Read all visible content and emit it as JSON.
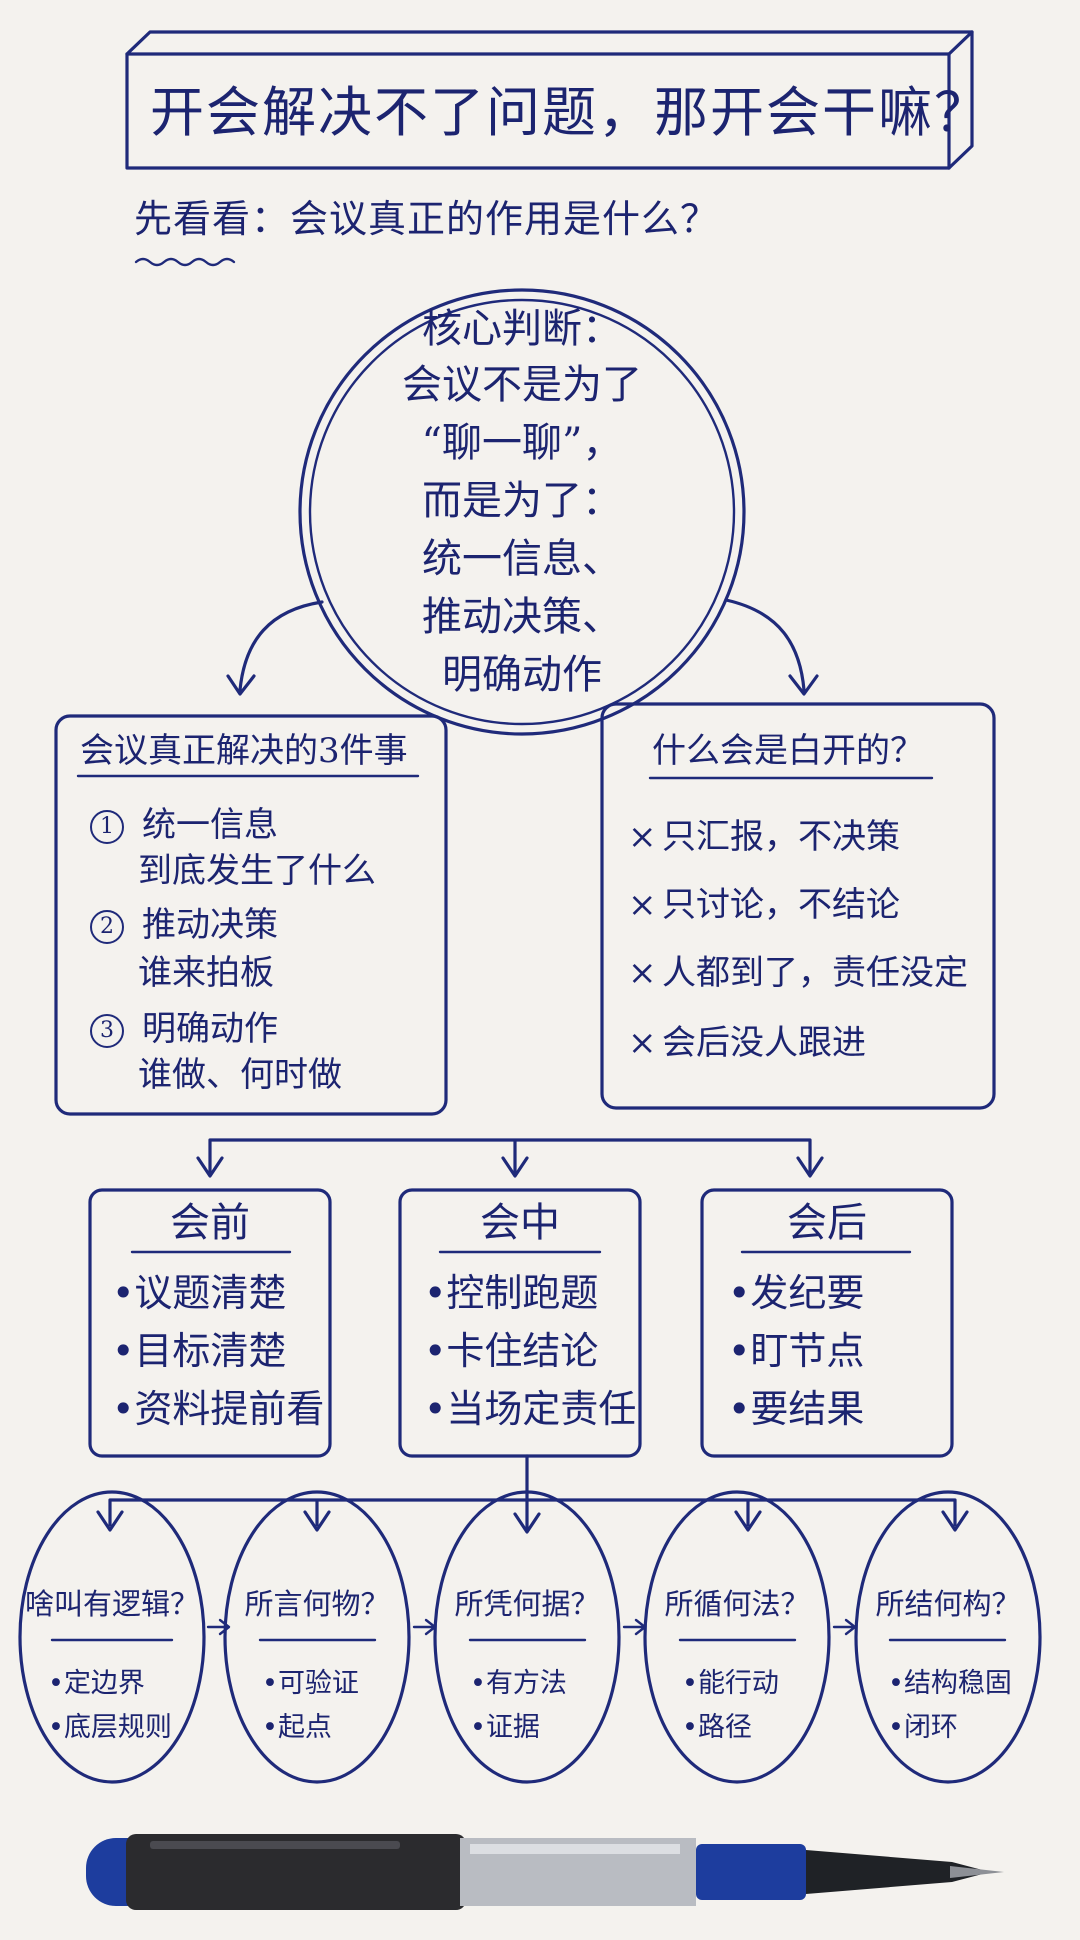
{
  "title": "开会解决不了问题，那开会干嘛？",
  "subtitle": {
    "prefix": "先看看",
    "rest": "：会议真正的作用是什么？"
  },
  "core": {
    "lines": [
      "核心判断：",
      "会议不是为了",
      "“聊一聊”，",
      "而是为了：",
      "统一信息、",
      "推动决策、",
      "明确动作"
    ]
  },
  "left_box": {
    "heading": "会议真正解决的3件事",
    "items": [
      {
        "num": "1",
        "label": "统一信息",
        "detail": "到底发生了什么"
      },
      {
        "num": "2",
        "label": "推动决策",
        "detail": "谁来拍板"
      },
      {
        "num": "3",
        "label": "明确动作",
        "detail": "谁做、何时做"
      }
    ]
  },
  "right_box": {
    "heading": "什么会是白开的？",
    "marker": "×",
    "items": [
      "只汇报，不决策",
      "只讨论，不结论",
      "人都到了，责任没定",
      "会后没人跟进"
    ]
  },
  "phases": [
    {
      "heading": "会前",
      "items": [
        "议题清楚",
        "目标清楚",
        "资料提前看"
      ]
    },
    {
      "heading": "会中",
      "items": [
        "控制跑题",
        "卡住结论",
        "当场定责任"
      ]
    },
    {
      "heading": "会后",
      "items": [
        "发纪要",
        "盯节点",
        "要结果"
      ]
    }
  ],
  "bullet": "•",
  "ovals": [
    {
      "heading": "啥叫有逻辑？",
      "items": [
        "定边界",
        "底层规则"
      ]
    },
    {
      "heading": "所言何物？",
      "items": [
        "可验证",
        "起点"
      ]
    },
    {
      "heading": "所凭何据？",
      "items": [
        "有方法",
        "证据"
      ]
    },
    {
      "heading": "所循何法？",
      "items": [
        "能行动",
        "路径"
      ]
    },
    {
      "heading": "所结何构？",
      "items": [
        "结构稳固",
        "闭环"
      ]
    }
  ],
  "colors": {
    "ink": "#1f2a7a",
    "paper": "#f4f2ee",
    "pen_body": "#2b2b2e",
    "pen_cap": "#1d3d9e"
  }
}
